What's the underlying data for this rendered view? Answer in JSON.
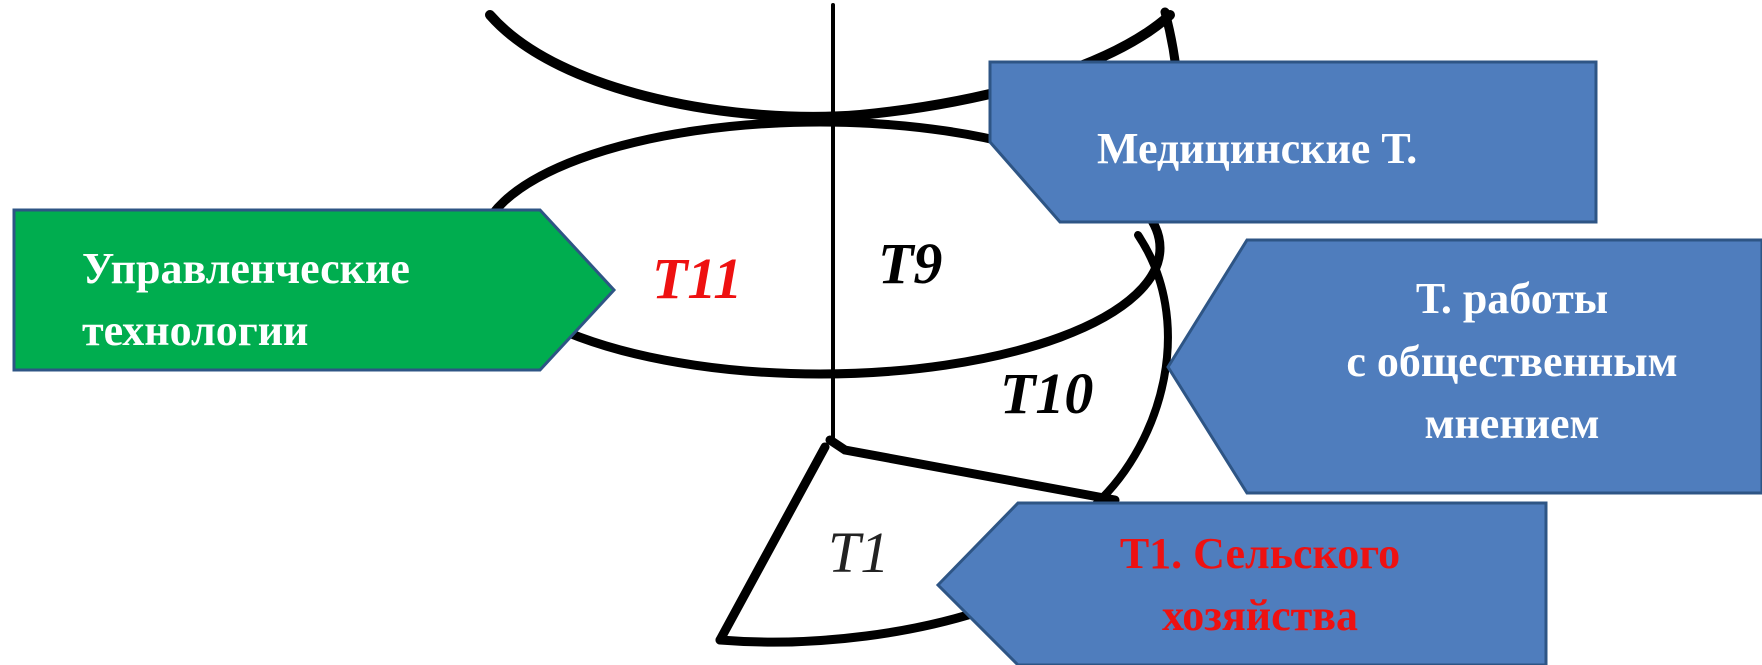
{
  "colors": {
    "green_arrow": "#00ad4f",
    "blue_arrow": "#4f7dbd",
    "arrow_border": "#2e5585",
    "label_red": "#ee1111",
    "label_black": "#000000",
    "text_white": "#ffffff",
    "line": "#000000"
  },
  "segments": {
    "t11": "T11",
    "t9": "T9",
    "t10": "T10",
    "t1": "T1"
  },
  "callouts": {
    "management": {
      "line1": "Управленческие",
      "line2": "технологии",
      "fill": "#00ad4f",
      "text_color": "#ffffff"
    },
    "medical": {
      "line1": "Медицинские Т.",
      "fill": "#4f7dbd",
      "text_color": "#ffffff"
    },
    "public_opinion": {
      "line1": "Т. работы",
      "line2": "с общественным",
      "line3": "мнением",
      "fill": "#4f7dbd",
      "text_color": "#ffffff"
    },
    "agriculture": {
      "line1": "Т1. Сельского",
      "line2": "хозяйства",
      "fill": "#4f7dbd",
      "text_color": "#ee1111"
    }
  }
}
